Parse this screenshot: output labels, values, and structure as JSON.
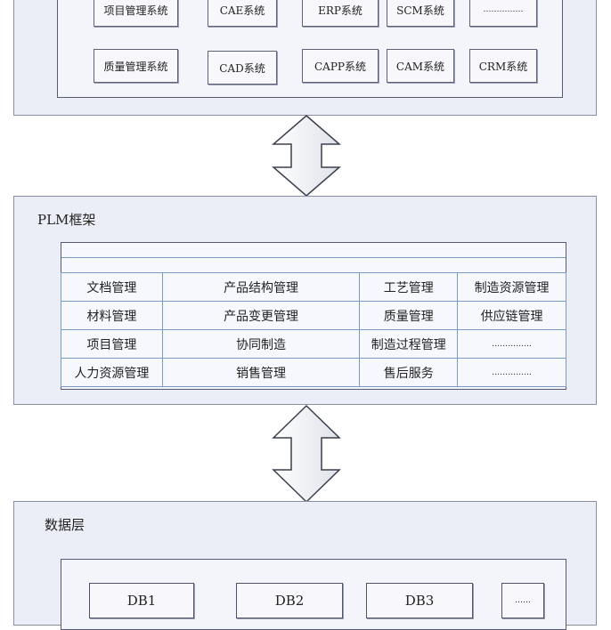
{
  "top_layer": {
    "row1": [
      "项目管理系统",
      "CAE系统",
      "ERP系统",
      "SCM系统",
      "……………"
    ],
    "row2": [
      "质量管理系统",
      "CAD系统",
      "CAPP系统",
      "CAM系统",
      "CRM系统"
    ]
  },
  "plm_layer": {
    "title": "PLM框架",
    "rows": [
      [
        "文档管理",
        "产品结构管理",
        "工艺管理",
        "制造资源管理"
      ],
      [
        "材料管理",
        "产品变更管理",
        "质量管理",
        "供应链管理"
      ],
      [
        "项目管理",
        "协同制造",
        "制造过程管理",
        "……………"
      ],
      [
        "人力资源管理",
        "销售管理",
        "售后服务",
        "……………"
      ]
    ]
  },
  "data_layer": {
    "title": "数据层",
    "dbs": [
      "DB1",
      "DB2",
      "DB3",
      "……"
    ]
  },
  "colors": {
    "layer_fill": "#eceef7",
    "table_border": "#7a9bc4"
  }
}
